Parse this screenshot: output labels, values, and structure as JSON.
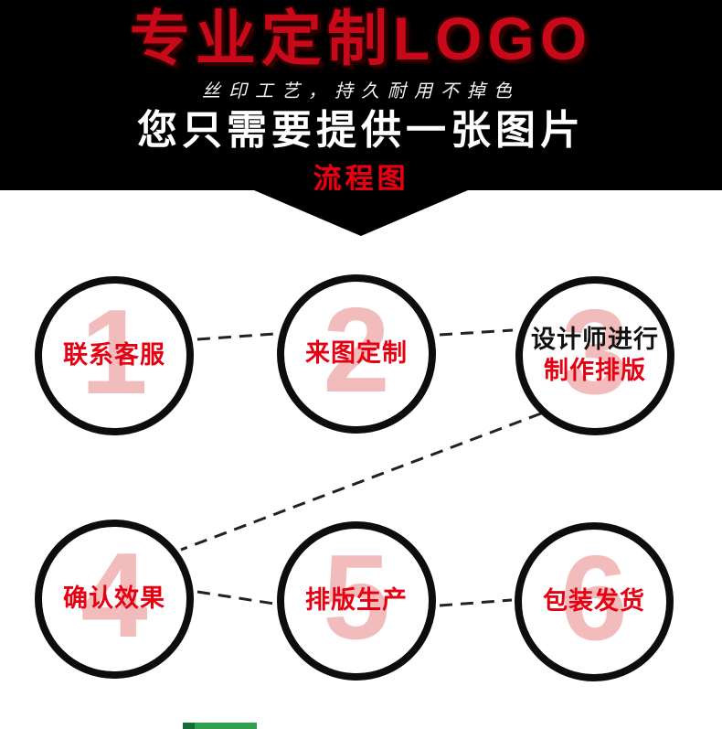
{
  "banner": {
    "title": "专业定制LOGO",
    "subtitle": "丝印工艺，持久耐用不掉色",
    "headline": "您只需要提供一张图片",
    "tag": "流程图"
  },
  "steps": [
    {
      "num": "1",
      "label": "联系客服"
    },
    {
      "num": "2",
      "label": "来图定制"
    },
    {
      "num": "3",
      "label_top": "设计师进行",
      "label": "制作排版"
    },
    {
      "num": "4",
      "label": "确认效果"
    },
    {
      "num": "5",
      "label": "排版生产"
    },
    {
      "num": "6",
      "label": "包装发货"
    }
  ],
  "colors": {
    "banner_bg": "#000000",
    "title_red": "#c9081a",
    "accent_red": "#e60012",
    "number_watermark": "#f3bcbc",
    "connector": "#222222",
    "circle_border": "#0d0d0d",
    "bottom_strip_green": "#2e9e4f"
  }
}
